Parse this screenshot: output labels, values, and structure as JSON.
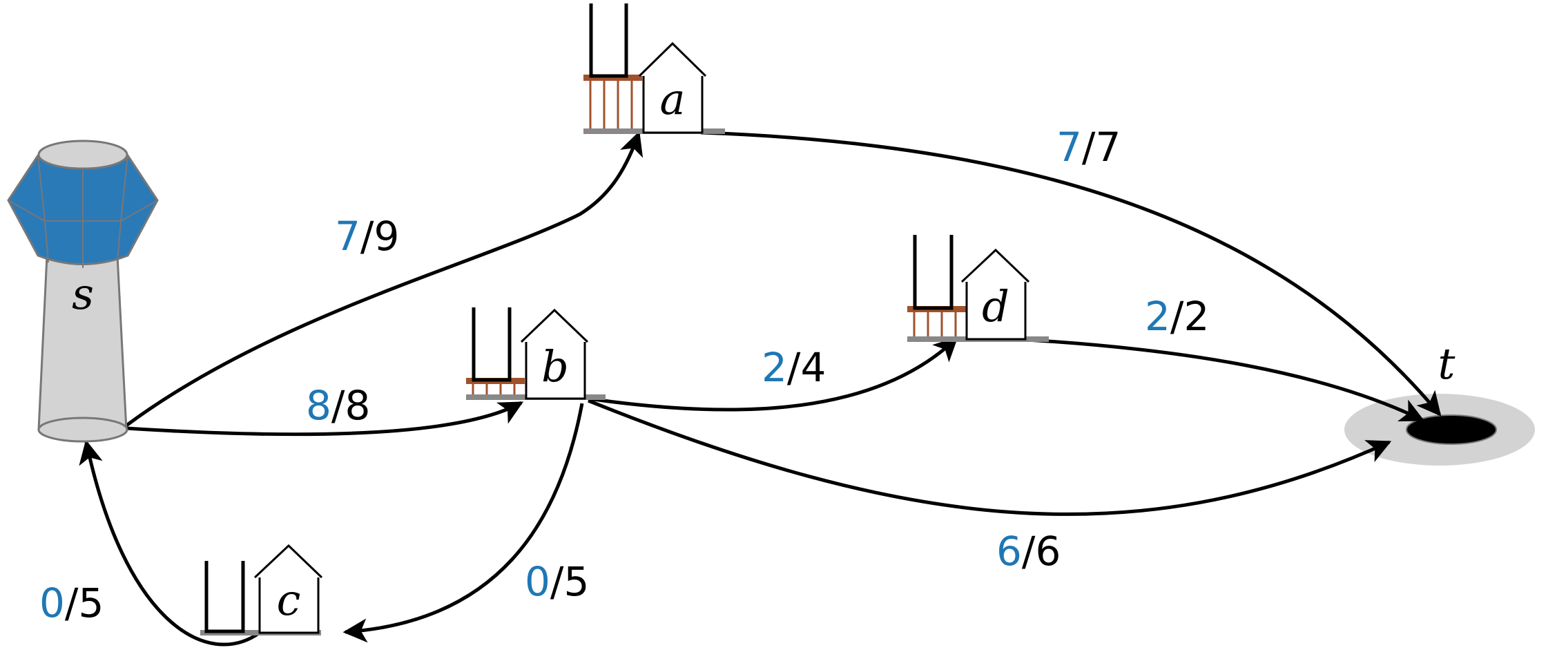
{
  "nodes": {
    "s": "s",
    "a": "a",
    "b": "b",
    "c": "c",
    "d": "d",
    "t": "t"
  },
  "edges": {
    "s_a": {
      "flow": "7",
      "cap": "/9"
    },
    "s_b": {
      "flow": "8",
      "cap": "/8"
    },
    "a_t": {
      "flow": "7",
      "cap": "/7"
    },
    "b_d": {
      "flow": "2",
      "cap": "/4"
    },
    "d_t": {
      "flow": "2",
      "cap": "/2"
    },
    "b_t": {
      "flow": "6",
      "cap": "/6"
    },
    "b_c": {
      "flow": "0",
      "cap": "/5"
    },
    "c_s": {
      "flow": "0",
      "cap": "/5"
    }
  },
  "colors": {
    "flow": "#1f77b4",
    "capacity": "#000000",
    "tower_tank": "#2a7ab8",
    "tower_body": "#d3d3d3",
    "shelf": "#a0522d",
    "sink_halo": "#d3d3d3"
  }
}
